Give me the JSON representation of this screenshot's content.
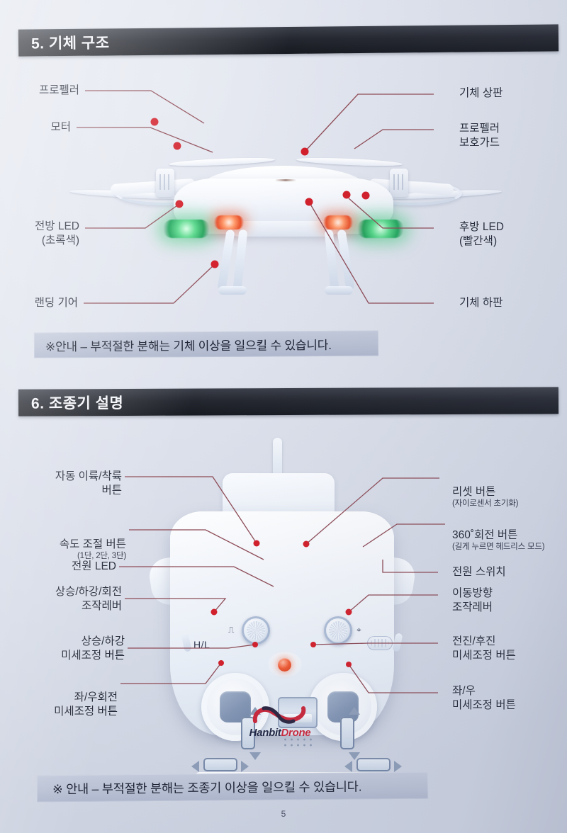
{
  "page_number": "5",
  "sections": [
    {
      "id": "section-5",
      "heading": "5. 기체 구조",
      "notice": "※안내 – 부적절한 분해는 기체 이상을 일으킬 수 있습니다.",
      "labels_left": [
        {
          "text": "프로펠러"
        },
        {
          "text": "모터"
        },
        {
          "text": "전방 LED\n(초록색)"
        },
        {
          "text": "랜딩 기어"
        }
      ],
      "labels_right": [
        {
          "text": "기체 상판"
        },
        {
          "text": "프로펠러\n보호가드"
        },
        {
          "text": "후방 LED\n(빨간색)"
        },
        {
          "text": "기체 하판"
        }
      ]
    },
    {
      "id": "section-6",
      "heading": "6. 조종기 설명",
      "notice": "※ 안내 – 부적절한 분해는 조종기 이상을 일으킬 수 있습니다.",
      "labels_left": [
        {
          "text": "자동 이륙/착륙\n버튼",
          "sub": ""
        },
        {
          "text": "속도 조절 버튼",
          "sub": "(1단, 2단, 3단)"
        },
        {
          "text": "전원 LED",
          "sub": ""
        },
        {
          "text": "상승/하강/회전\n조작레버",
          "sub": ""
        },
        {
          "text": "상승/하강\n미세조정 버튼",
          "sub": ""
        },
        {
          "text": "좌/우회전\n미세조정 버튼",
          "sub": ""
        }
      ],
      "labels_right": [
        {
          "text": "리셋 버튼",
          "sub": "(자이로센서 초기화)"
        },
        {
          "text": "360˚회전 버튼",
          "sub": "(길게 누르면 헤드리스 모드)"
        },
        {
          "text": "전원 스위치",
          "sub": ""
        },
        {
          "text": "이동방향\n조작레버",
          "sub": ""
        },
        {
          "text": "전진/후진\n미세조정 버튼",
          "sub": ""
        },
        {
          "text": "좌/우\n미세조정 버튼",
          "sub": ""
        }
      ]
    }
  ],
  "remote": {
    "speed_switch_label": "H/L",
    "brand_name_part1": "Hanbit",
    "brand_name_part2": "Drone"
  },
  "colors": {
    "header_bar": "#1a1d24",
    "notice_bg": "#bcc4d6",
    "leader_line": "#8d4a55",
    "leader_dot": "#d21f2a",
    "front_led": "#2fbf6c",
    "rear_led": "#e8502a",
    "power_led": "#f05a33",
    "brand_red": "#c9263a",
    "page_bg": "#dfe3ed"
  }
}
